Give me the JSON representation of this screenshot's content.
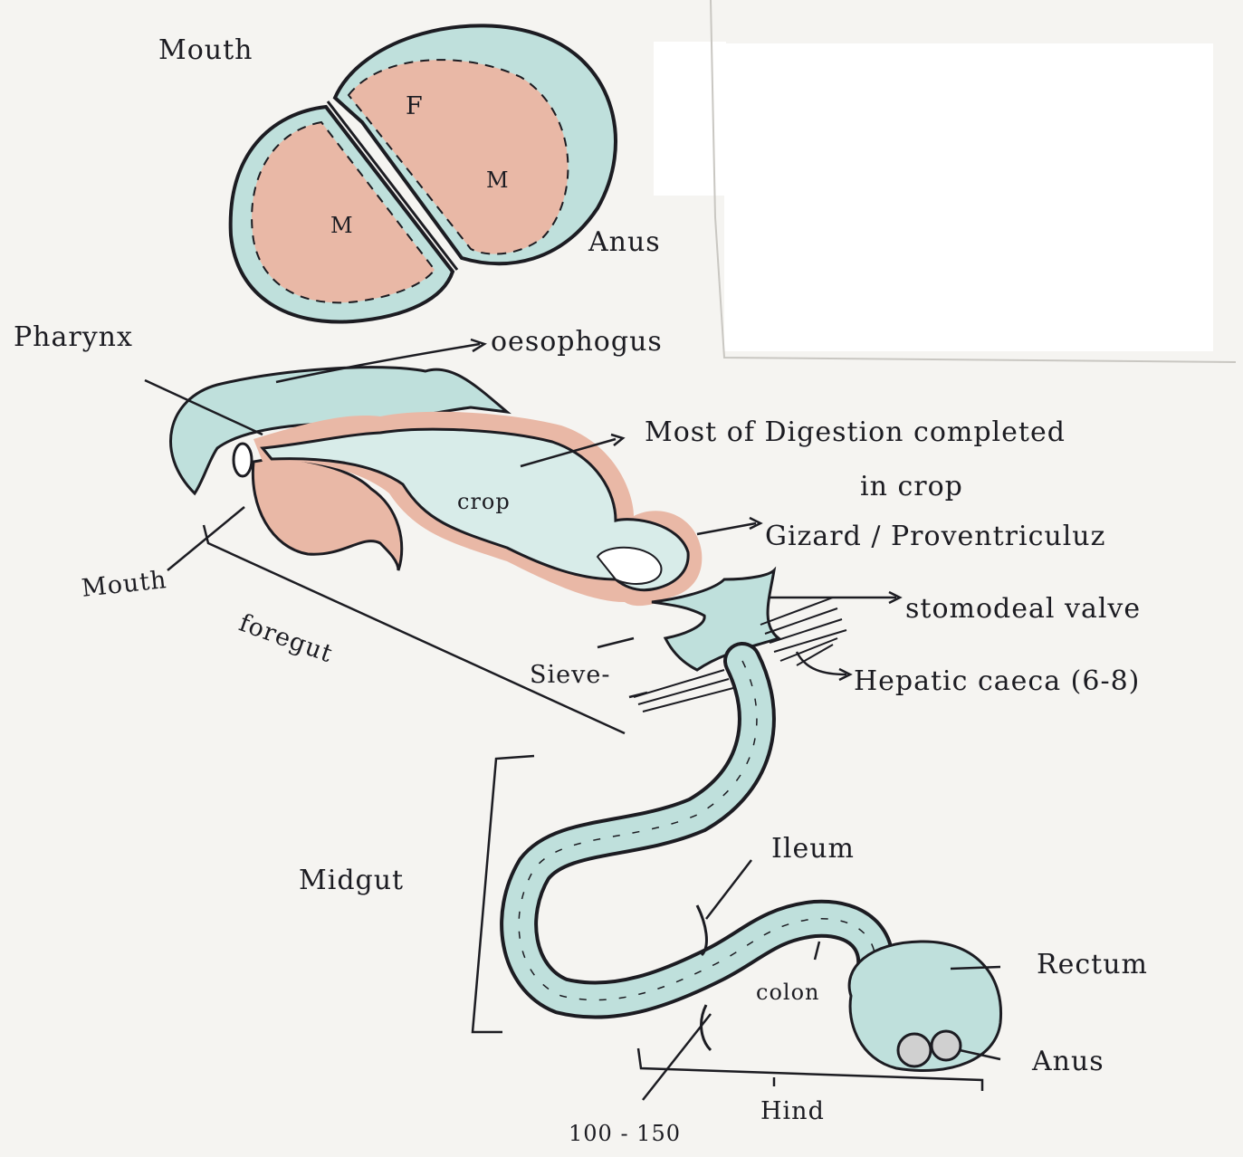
{
  "top_diagram": {
    "mouth_label": "Mouth",
    "anus_label": "Anus",
    "segment_f": "F",
    "segment_m_left": "M",
    "segment_m_right": "M"
  },
  "gut_diagram": {
    "pharynx": "Pharynx",
    "oesophagus": "oesophogus",
    "digestion_line1": "Most of Digestion completed",
    "digestion_line2": "in crop",
    "crop": "crop",
    "gizzard": "Gizard / Proventriculuz",
    "mouth": "Mouth",
    "stomodeal_valve": "stomodeal valve",
    "foregut": "foregut",
    "sieve": "Sieve-",
    "hepatic_caeca": "Hepatic caeca (6-8)",
    "midgut": "Midgut",
    "ileum": "Ileum",
    "colon": "colon",
    "rectum": "Rectum",
    "anus": "Anus",
    "malpighian_count": "100 - 150",
    "hindgut": "Hind"
  },
  "colors": {
    "ink": "#1c1c22",
    "teal_fill": "#bfe0dc",
    "pink_fill": "#e9b8a6",
    "paper": "#f5f4f1"
  }
}
